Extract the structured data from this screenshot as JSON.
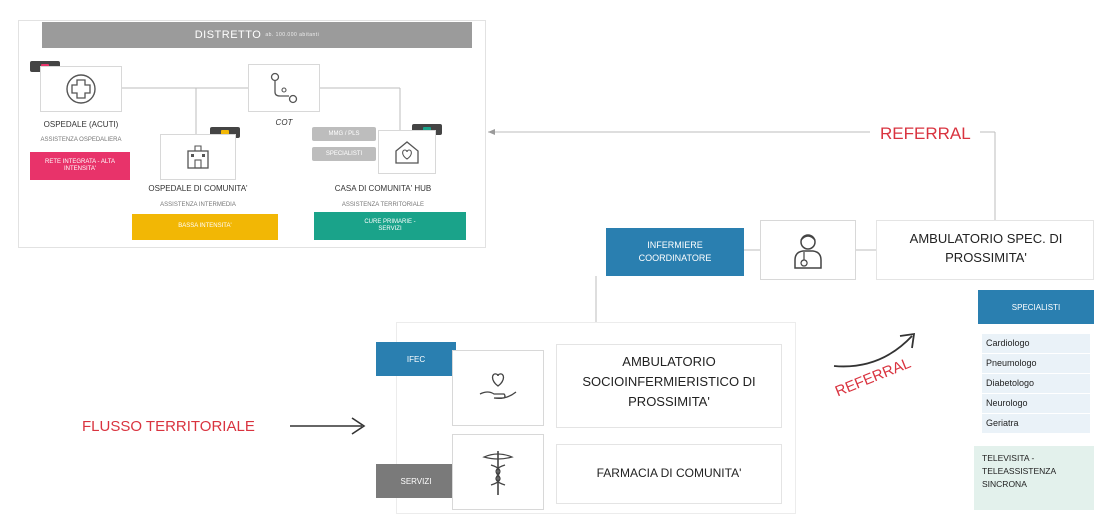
{
  "district": {
    "title": "DISTRETTO",
    "title_sub": "ab. 100.000 abitanti",
    "ospedale_acuti": {
      "label": "OSPEDALE (ACUTI)",
      "sub": "ASSISTENZA OSPEDALIERA",
      "bar": "RETE INTEGRATA - ALTA INTENSITA'"
    },
    "cot": {
      "label": "COT"
    },
    "ospedale_comunita": {
      "label": "OSPEDALE DI COMUNITA'",
      "sub": "ASSISTENZA INTERMEDIA",
      "bar": "BASSA INTENSITA'"
    },
    "casa_comunita": {
      "label": "CASA DI COMUNITA' HUB",
      "sub": "ASSISTENZA TERRITORIALE",
      "bar": "CURE PRIMARIE - SERVIZI",
      "tags": [
        "MMG / PLS",
        "SPECIALISTI"
      ]
    }
  },
  "referral_top": "REFERRAL",
  "referral_curve": "REFERRAL",
  "flusso": "FLUSSO TERRITORIALE",
  "infermiere": "INFERMIERE COORDINATORE",
  "ambulatorio_spec": "AMBULATORIO SPEC. DI PROSSIMITA'",
  "ifec": "IFEC",
  "servizi": "SERVIZI",
  "ambulatorio_socio": "AMBULATORIO SOCIOINFERMIERISTICO DI PROSSIMITA'",
  "farmacia": "FARMACIA DI COMUNITA'",
  "specialisti": {
    "header": "SPECIALISTI",
    "items": [
      "Cardiologo",
      "Pneumologo",
      "Diabetologo",
      "Neurologo",
      "Geriatra"
    ]
  },
  "televisita": "TELEVISITA - TELEASSISTENZA SINCRONA",
  "colors": {
    "teal": "#2a7fb0",
    "pink": "#e8336a",
    "yellow": "#f2b705",
    "green": "#1aa38a",
    "gray": "#9a9a9a",
    "dark": "#444444",
    "red": "#d9333f"
  }
}
